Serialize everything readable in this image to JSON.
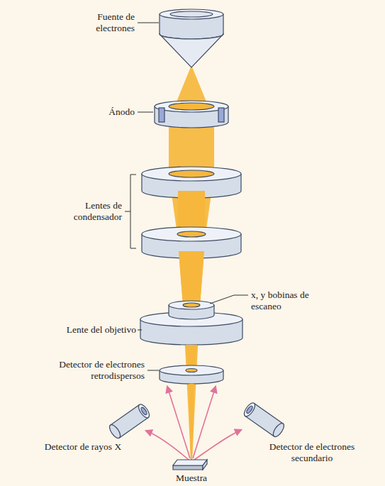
{
  "diagram": {
    "labels": [
      "Fuente de electrones",
      "Ánodo",
      "Lentes de condensador",
      "x, y bobinas de escaneo",
      "Lente del objetivo",
      "Detector de electrones retrodispersos",
      "Detector de rayos X",
      "Detector de electrones secundario",
      "Muestra"
    ]
  }
}
